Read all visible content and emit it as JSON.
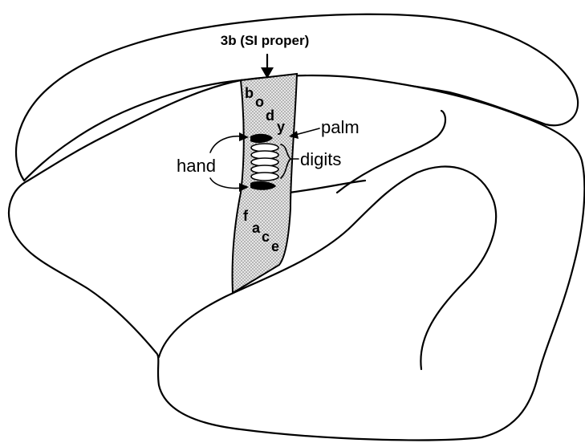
{
  "diagram": {
    "labels": {
      "area_title": "3b (SI proper)",
      "palm": "palm",
      "hand": "hand",
      "digits": "digits"
    },
    "strip_words": {
      "body": [
        "b",
        "o",
        "d",
        "y"
      ],
      "face": [
        "f",
        "a",
        "c",
        "e"
      ]
    },
    "colors": {
      "outline": "#000000",
      "strip_fill": "#d9d9d9",
      "strip_dots": "#7a7a7a",
      "background": "#ffffff"
    }
  }
}
